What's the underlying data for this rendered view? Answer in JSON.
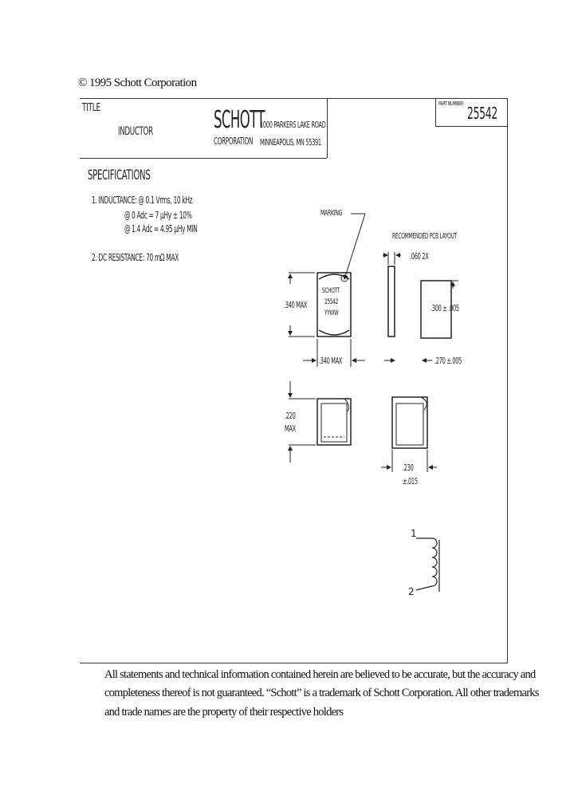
{
  "copyright": "© 1995 Schott Corporation",
  "title_block": {
    "title_label": "TITLE",
    "title_value": "INDUCTOR",
    "company": "SCHOTT",
    "company_sub": "CORPORATION",
    "address_line1": "1000 PARKERS LAKE ROAD",
    "address_line2": "MINNEAPOLIS, MN 55391",
    "part_number_label": "PART NUMBER",
    "part_number": "25542"
  },
  "specifications": {
    "heading": "SPECIFICATIONS",
    "items": [
      "1.  INDUCTANCE: @ 0.1 Vrms, 10 kHz",
      "@ 0 Adc = 7 µHy ± 10%",
      "@ 1.4 Adc = 4.95 µHy MIN",
      "2.  DC RESISTANCE: 70 mΩ MAX"
    ]
  },
  "drawing": {
    "marking_label": "MARKING",
    "marking_lines": [
      "SCHOTT",
      "25542",
      "YYWW"
    ],
    "height_dim": ".340 MAX",
    "width_dim": ".340 MAX",
    "depth_dim": ".220",
    "depth_dim2": "MAX",
    "pcb_title": "RECOMMENDED PCB LAYOUT",
    "pad_dim": ".060 2X",
    "pad_height_dim": ".300 ± .005",
    "pad_spacing_dim": ".270 ±.005",
    "side_dim": ".230",
    "side_tol": "±.015",
    "pin1": "1",
    "pin2": "2"
  },
  "disclaimer": [
    "All statements and technical information contained herein are believed to be accurate, but the accuracy and",
    "completeness thereof is not guaranteed.  “Schott” is a trademark of Schott Corporation.  All other trademarks",
    "and trade names are the property of their respective holders"
  ]
}
